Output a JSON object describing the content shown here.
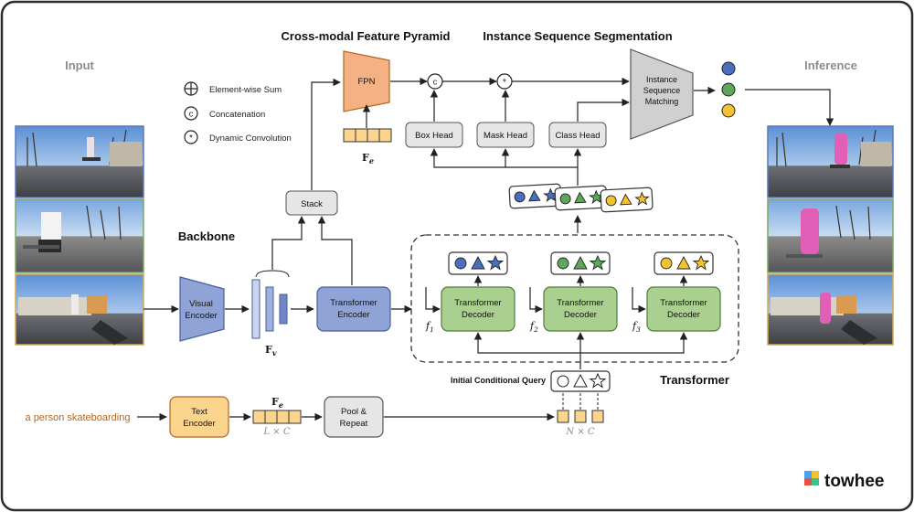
{
  "headers": {
    "input": "Input",
    "inference": "Inference",
    "backbone": "Backbone",
    "pyramid": "Cross-modal Feature Pyramid",
    "segmentation": "Instance Sequence Segmentation",
    "transformer": "Transformer"
  },
  "legend": {
    "sum": "Element-wise Sum",
    "concat": "Concatenation",
    "dynconv": "Dynamic Convolution"
  },
  "blocks": {
    "visual_encoder": [
      "Visual",
      "Encoder"
    ],
    "transformer_encoder": [
      "Transformer",
      "Encoder"
    ],
    "stack": "Stack",
    "fpn": "FPN",
    "box_head": "Box Head",
    "mask_head": "Mask Head",
    "class_head": "Class Head",
    "matching": [
      "Instance",
      "Sequence",
      "Matching"
    ],
    "decoder": [
      "Transformer",
      "Decoder"
    ],
    "text_encoder": [
      "Text",
      "Encoder"
    ],
    "pool_repeat": [
      "Pool &",
      "Repeat"
    ]
  },
  "symbols": {
    "concat": "c",
    "dynconv": "*"
  },
  "math": {
    "fe_bold": "F",
    "fe_sub": "e",
    "fv_bold": "F",
    "fv_sub": "v",
    "f1": "f",
    "f1_sub": "1",
    "f2": "f",
    "f2_sub": "2",
    "f3": "f",
    "f3_sub": "3",
    "lxc": "L × C",
    "nxc": "N × C"
  },
  "text_query": "a person skateboarding",
  "initial_query": "Initial Conditional Query",
  "brand": "towhee",
  "colors": {
    "blue": "#4a6fbf",
    "green": "#5da65a",
    "yellow": "#f2c230",
    "decoder_fill": "#a9d08e",
    "encoder_fill": "#8fa3d6",
    "fpn_fill": "#f4b183",
    "text_encoder_fill": "#fbd48e",
    "gray_fill": "#d0d0d0",
    "text_query": "#b5651d"
  }
}
